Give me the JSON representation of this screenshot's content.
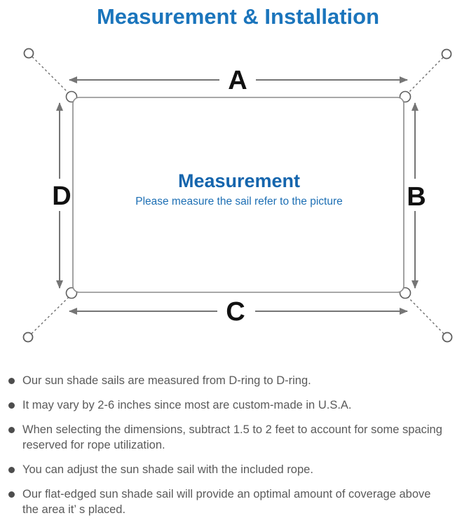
{
  "title": "Measurement & Installation",
  "diagram": {
    "center_title": "Measurement",
    "center_subtitle": "Please measure the sail refer to the picture",
    "labels": {
      "top": "A",
      "right": "B",
      "bottom": "C",
      "left": "D"
    },
    "colors": {
      "accent_blue": "#1b75bc",
      "center_blue": "#1565ad",
      "line_gray": "#757575",
      "outline_gray": "#8c8c8c",
      "label_black": "#111111"
    }
  },
  "bullets": [
    {
      "lines": [
        "Our sun shade sails are measured from D-ring to D-ring."
      ]
    },
    {
      "lines": [
        "It may vary by 2-6 inches since most are custom-made in U.S.A."
      ]
    },
    {
      "lines": [
        "When selecting the dimensions, subtract 1.5 to 2 feet to account for some spacing",
        "reserved for rope utilization."
      ]
    },
    {
      "lines": [
        "You can adjust the sun shade sail with the included rope."
      ]
    },
    {
      "lines": [
        "Our flat-edged sun shade sail will provide an optimal amount of coverage above",
        "the area it’ s placed."
      ]
    }
  ]
}
